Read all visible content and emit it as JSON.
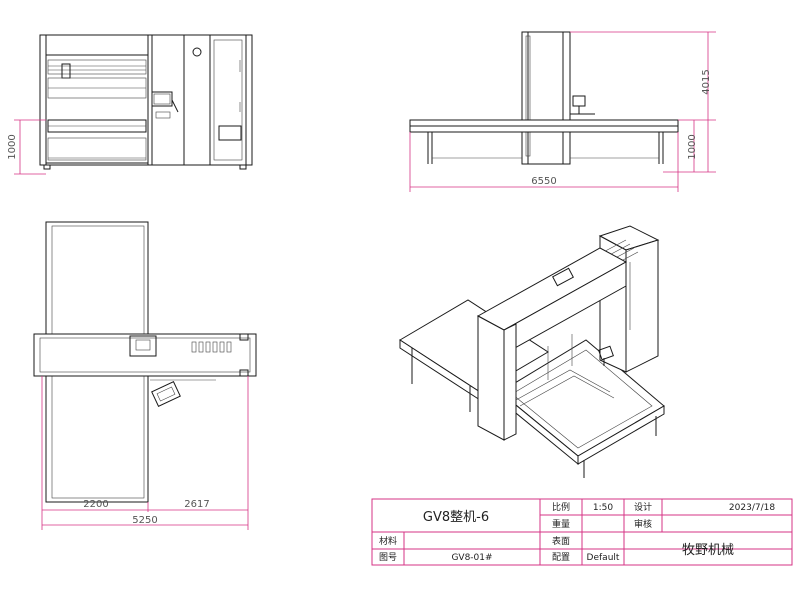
{
  "colors": {
    "line": "#1a1a1a",
    "dimension": "#d63384",
    "text": "#555555"
  },
  "dimensions": {
    "front_height": "1000",
    "side_total_height": "4015",
    "side_height": "1000",
    "side_width": "6550",
    "plan_left": "2200",
    "plan_right": "2617",
    "plan_total": "5250"
  },
  "title_block": {
    "drawing_title": "GV8整机-6",
    "scale_label": "比例",
    "scale_value": "1:50",
    "design_label": "设计",
    "date_value": "2023/7/18",
    "weight_label": "重量",
    "review_label": "审核",
    "material_label": "材料",
    "surface_label": "表面",
    "company": "牧野机械",
    "drawing_no_label": "图号",
    "drawing_no_value": "GV8-01#",
    "config_label": "配置",
    "config_value": "Default"
  }
}
